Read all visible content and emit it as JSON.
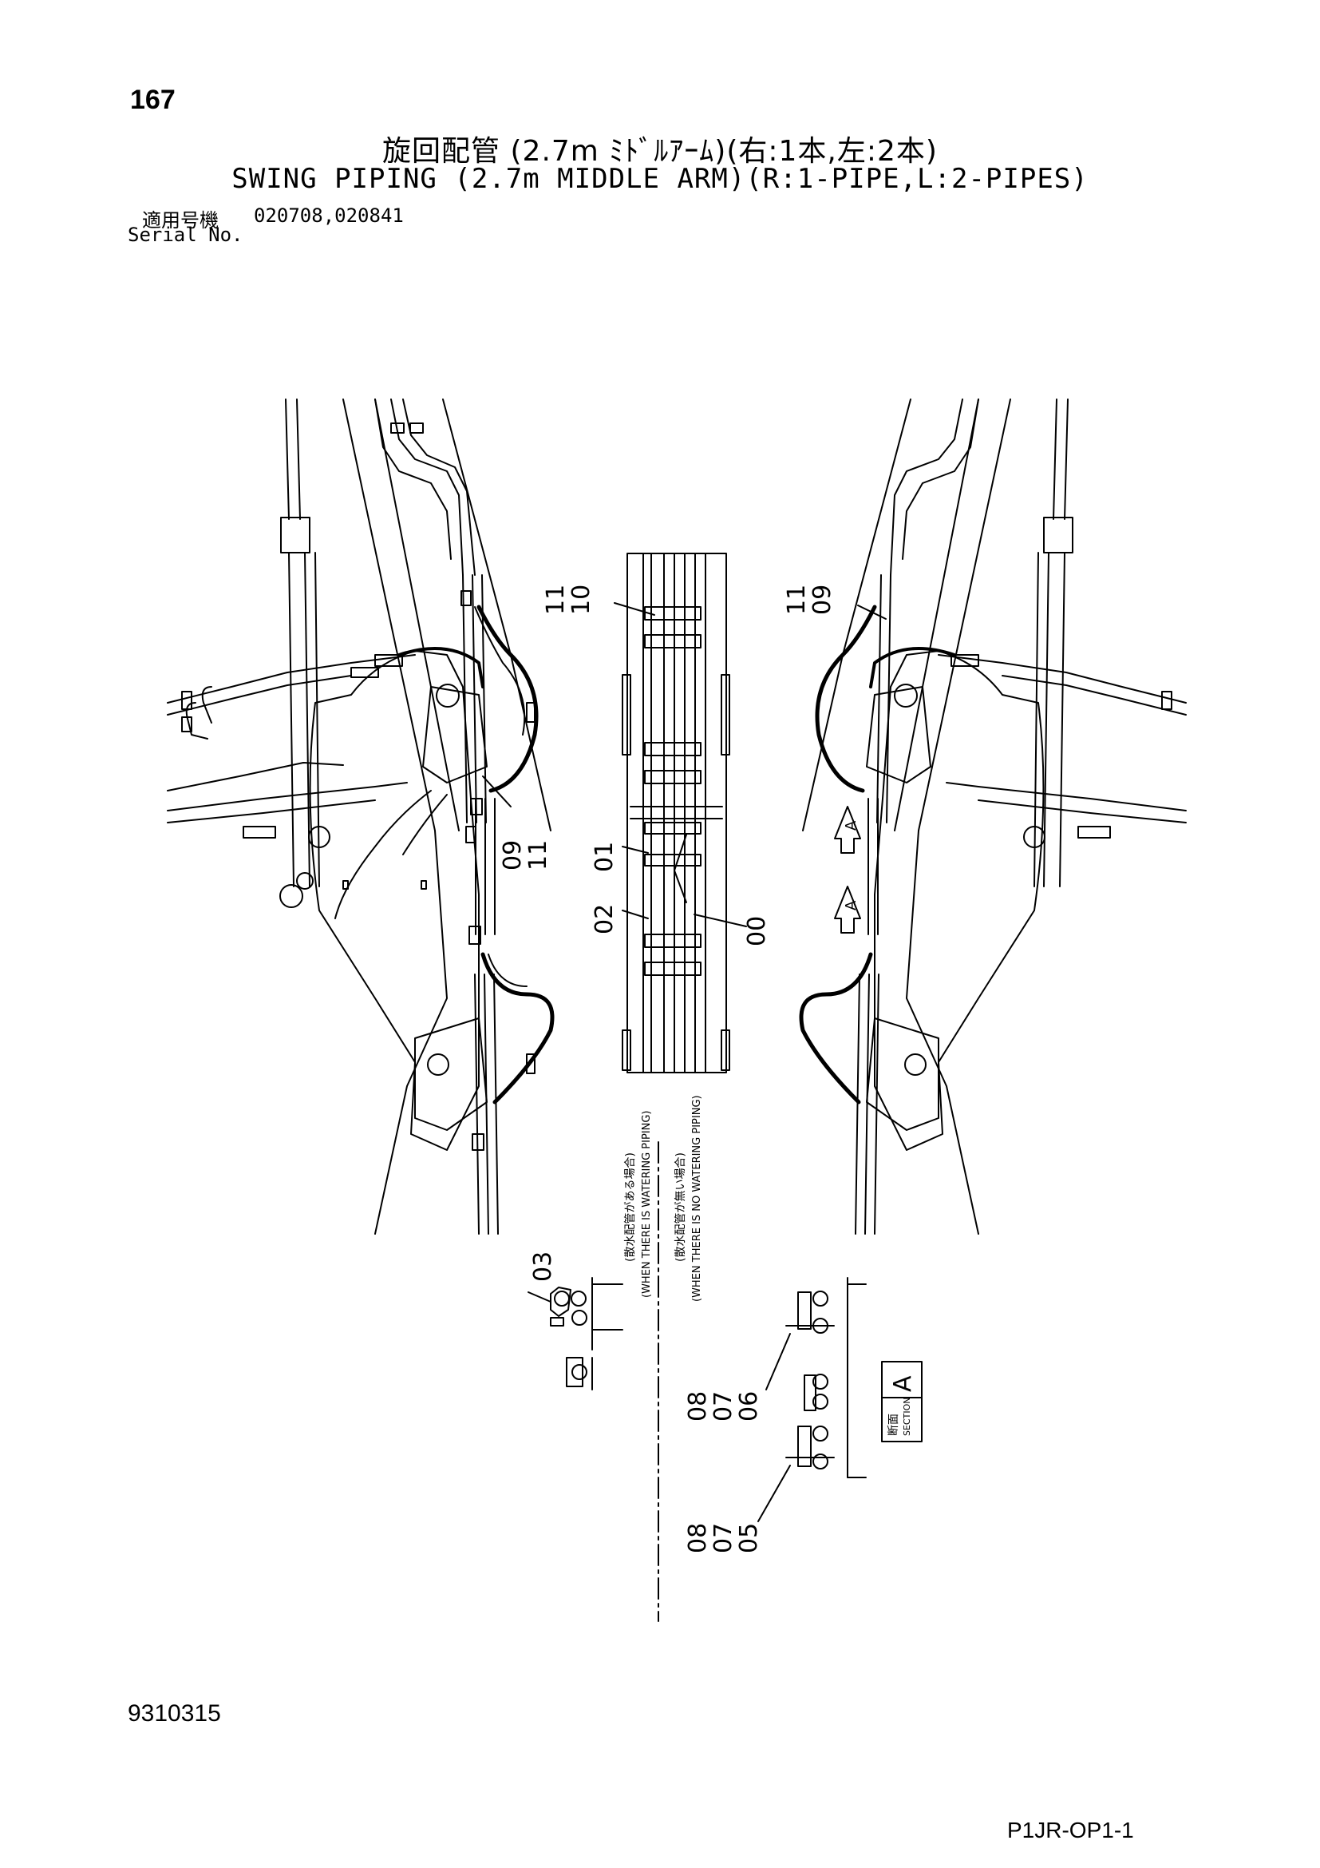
{
  "header": {
    "page_number": "167",
    "title_jp": "旋回配管 (2.7m ﾐﾄﾞﾙｱｰﾑ)(右:1本,左:2本)",
    "title_en": "SWING PIPING (2.7m MIDDLE ARM)(R:1-PIPE,L:2-PIPES)",
    "serial_label_jp": "適用号機",
    "serial_numbers": "020708,020841",
    "serial_label_en": "Serial No."
  },
  "callouts": {
    "c_11_10": [
      "11",
      "10"
    ],
    "c_11_09": [
      "11",
      "09"
    ],
    "c_09_11": [
      "09",
      "11"
    ],
    "c_01": "01",
    "c_02": "02",
    "c_00": "00",
    "c_03": "03",
    "c_08_07_06": [
      "08",
      "07",
      "06"
    ],
    "c_08_07_05": [
      "08",
      "07",
      "05"
    ]
  },
  "section": {
    "arrow_label_1": "A",
    "arrow_label_2": "A",
    "box_jp": "断面",
    "box_en": "SECTION",
    "box_letter": "A"
  },
  "notes": {
    "watering_jp": "(散水配管がある場合)",
    "watering_en": "(WHEN THERE IS WATERING PIPING)",
    "no_watering_jp": "(散水配管が無い場合)",
    "no_watering_en": "(WHEN THERE IS NO WATERING PIPING)"
  },
  "footer": {
    "doc_number": "9310315",
    "drawing_code": "P1JR-OP1-1"
  }
}
